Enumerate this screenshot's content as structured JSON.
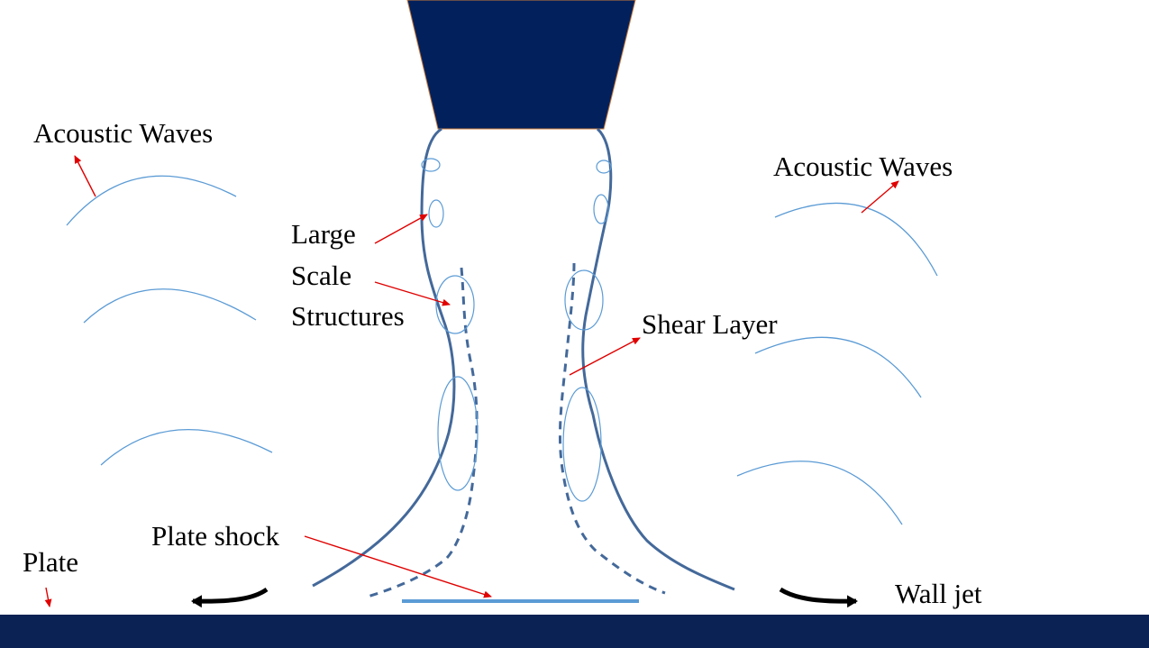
{
  "labels": {
    "acoustic_waves_left": "Acoustic Waves",
    "acoustic_waves_right": "Acoustic Waves",
    "large_scale_structures": [
      "Large",
      "Scale",
      "Structures"
    ],
    "shear_layer": "Shear Layer",
    "plate_shock": "Plate shock",
    "plate": "Plate",
    "wall_jet": "Wall jet"
  },
  "colors": {
    "nozzle": "#02205c",
    "nozzle_outline": "#c87a3a",
    "plate": "#0b2254",
    "jet_boundary": "#44699a",
    "wave_arc": "#5b9bd5",
    "plate_shock_line": "#5b9bd5",
    "annotation_arrow": "#e00000",
    "flow_arrow": "#000000"
  }
}
